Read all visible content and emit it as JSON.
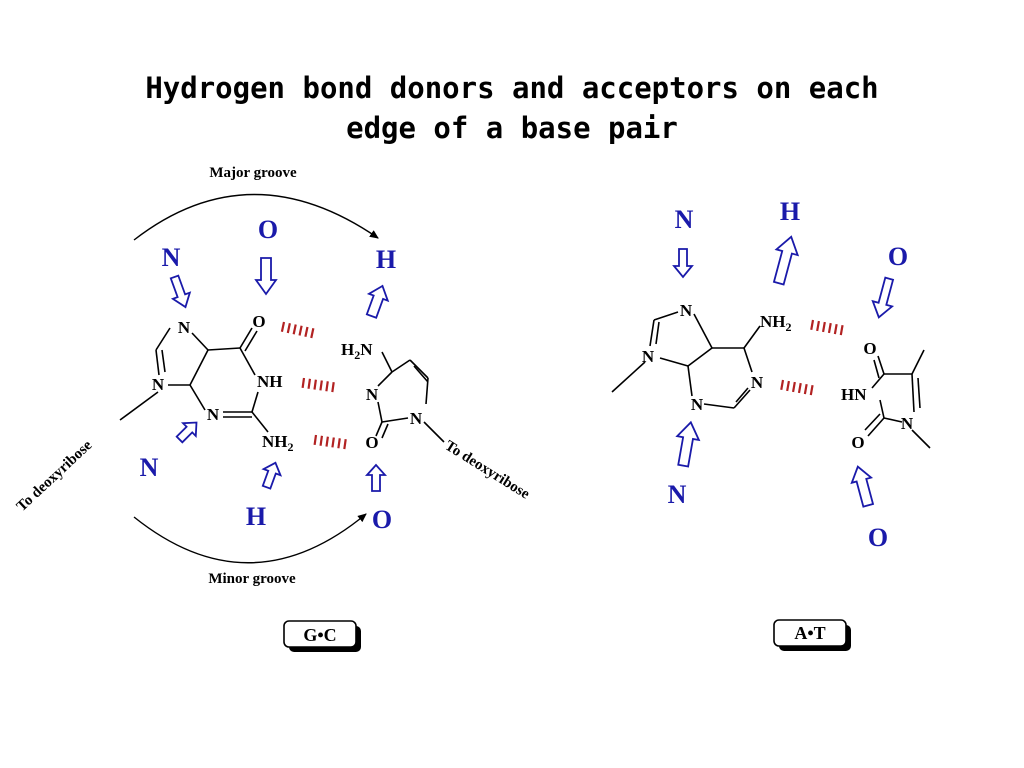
{
  "title": {
    "line1": "Hydrogen bond donors and acceptors on each",
    "line2": "edge of a base pair"
  },
  "gc": {
    "major_groove_label": "Major groove",
    "minor_groove_label": "Minor groove",
    "deoxyribose_left": "To deoxyribose",
    "deoxyribose_right": "To deoxyribose",
    "pair_label": "G•C",
    "major_markers": [
      "N",
      "O",
      "H"
    ],
    "minor_markers": [
      "N",
      "H",
      "O"
    ],
    "atoms": {
      "o_carbonyl": "O",
      "n7": "N",
      "n9": "N",
      "n3": "N",
      "nh": "NH",
      "nh2": "NH",
      "nh2_sub": "2",
      "h2n": "H",
      "h2n_sub": "2",
      "h2n_n": "N",
      "c_n3": "N",
      "c_n1": "N",
      "c_o": "O"
    }
  },
  "at": {
    "pair_label": "A•T",
    "major_markers": [
      "N",
      "H",
      "O"
    ],
    "minor_markers": [
      "N",
      "O"
    ],
    "atoms": {
      "n7": "N",
      "n9": "N",
      "n1": "N",
      "n3": "N",
      "nh2": "NH",
      "nh2_sub": "2",
      "t_o4": "O",
      "t_hn": "HN",
      "t_n1": "N",
      "t_o2": "O"
    }
  },
  "colors": {
    "marker_blue": "#1a1aaa",
    "hbond_red": "#b22222"
  }
}
